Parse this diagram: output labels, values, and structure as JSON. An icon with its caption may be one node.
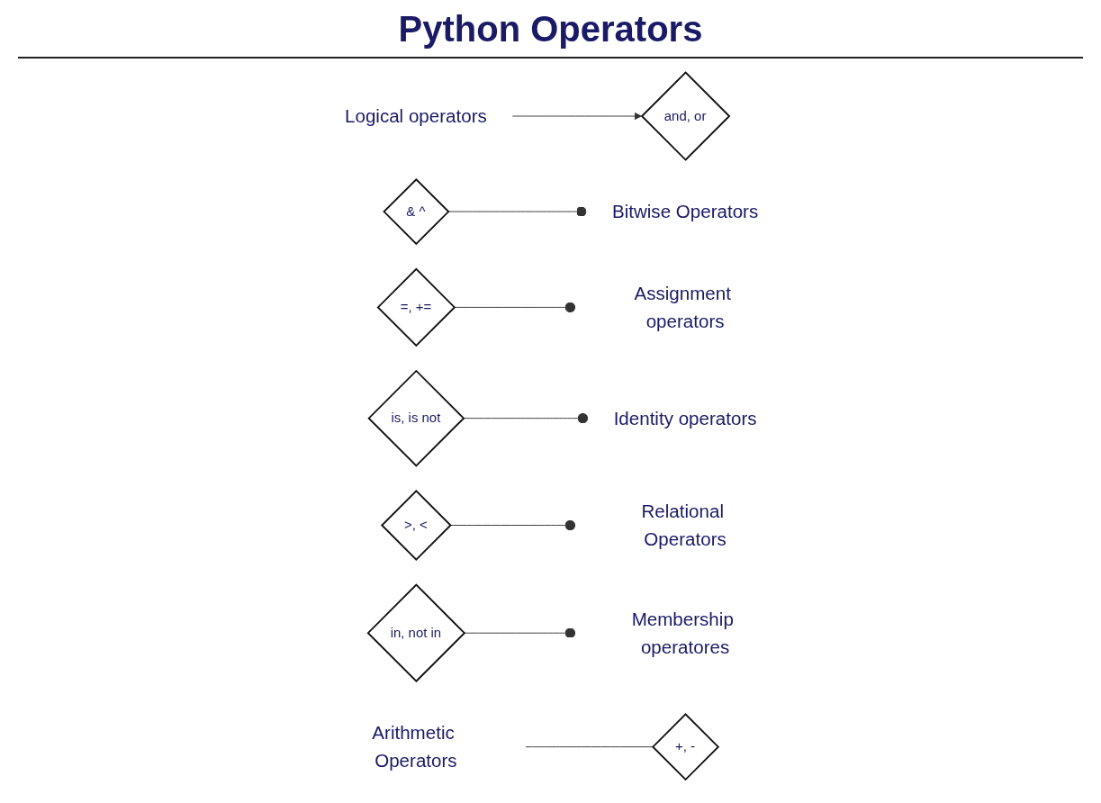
{
  "diagram": {
    "title": "Python Operators",
    "nodes": [
      {
        "text": [
          "Arithmetic Operators"
        ]
      },
      {
        "text": [
          "+, -"
        ]
      },
      {
        "text": [
          "in, not in"
        ]
      },
      {
        "text": [
          "Membership operatores"
        ]
      },
      {
        "text": [
          "Relational Operators"
        ]
      },
      {
        "text": [
          ">, <"
        ]
      },
      {
        "text": [
          "is, is not"
        ]
      },
      {
        "text": [
          "Identity operators"
        ]
      },
      {
        "text": [
          "Assignment operators"
        ]
      },
      {
        "text": [
          "=, +="
        ]
      },
      {
        "text": [
          "& ^"
        ]
      },
      {
        "text": [
          "Bitwise Operators"
        ]
      },
      {
        "text": [
          "Logical operators"
        ]
      },
      {
        "text": [
          "and, or"
        ]
      }
    ],
    "edges": [
      {
        "from": 0,
        "to": 1,
        "arrow": "none"
      },
      {
        "from": 2,
        "to": 3,
        "arrow": "other"
      },
      {
        "from": 5,
        "to": 4,
        "arrow": "other"
      },
      {
        "from": 6,
        "to": 7,
        "arrow": "other"
      },
      {
        "from": 9,
        "to": 8,
        "arrow": "other"
      },
      {
        "from": 10,
        "to": 11,
        "arrow": "other"
      },
      {
        "from": 12,
        "to": 13,
        "arrow": "to"
      }
    ]
  }
}
